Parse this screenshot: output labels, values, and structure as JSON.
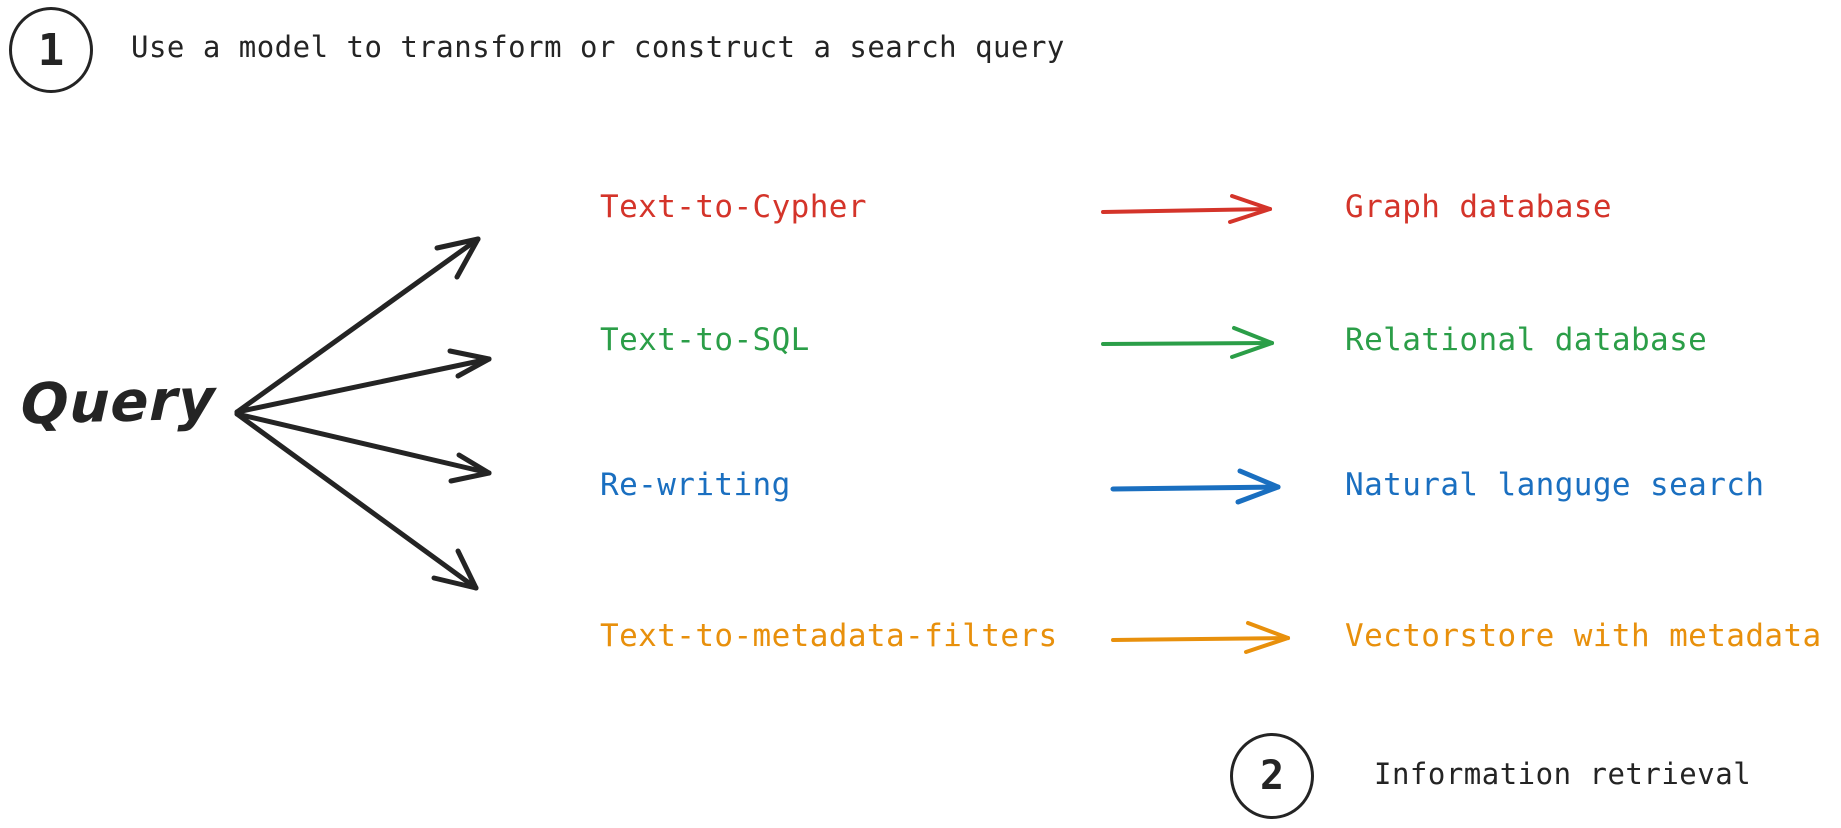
{
  "steps": [
    {
      "number": "1",
      "text": "Use a model to transform or construct a search query"
    },
    {
      "number": "2",
      "text": "Information retrieval"
    }
  ],
  "source": {
    "label": "Query"
  },
  "colors": {
    "red": "#D4342A",
    "green": "#2B9E48",
    "blue": "#1A6FC0",
    "orange": "#E8900C",
    "ink": "#242424"
  },
  "flows": [
    {
      "technique": "Text-to-Cypher",
      "target": "Graph database",
      "color": "#D4342A",
      "color_name": "red"
    },
    {
      "technique": "Text-to-SQL",
      "target": "Relational database",
      "color": "#2B9E48",
      "color_name": "green"
    },
    {
      "technique": "Re-writing",
      "target": "Natural languge search",
      "color": "#1A6FC0",
      "color_name": "blue"
    },
    {
      "technique": "Text-to-metadata-filters",
      "target": "Vectorstore with metadata",
      "color": "#E8900C",
      "color_name": "orange"
    }
  ]
}
